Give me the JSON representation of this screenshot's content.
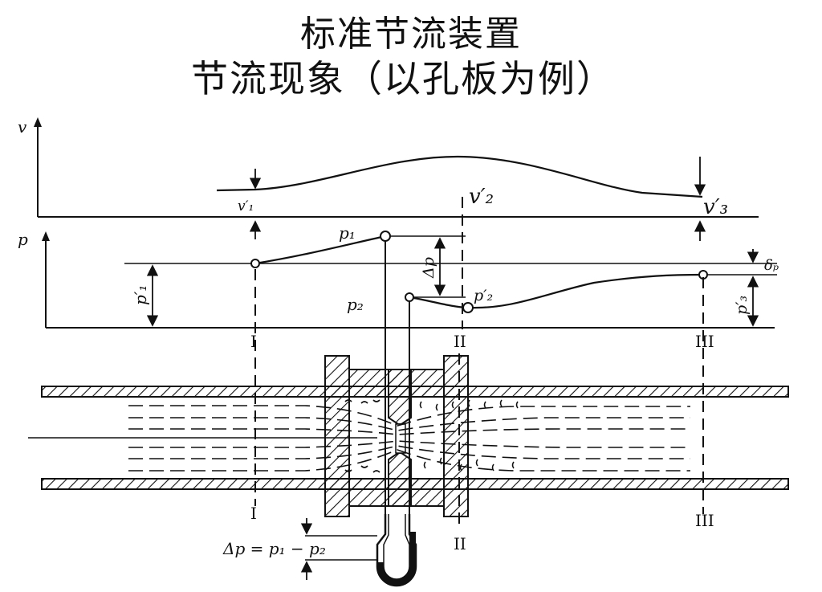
{
  "titles": {
    "main": "标准节流装置",
    "sub": "节流现象（以孔板为例）"
  },
  "axes": {
    "velocity": "v",
    "pressure": "p"
  },
  "labels": {
    "v1": "v′₁",
    "v2": "v′₂",
    "v3": "v′₃",
    "p1": "p₁",
    "p2": "p₂",
    "p1_prime": "p′₁",
    "p2_prime": "p′₂",
    "p3_prime": "p′₃",
    "delta_p": "Δp",
    "delta_p_loss": "δₚ",
    "equation": "Δp = p₁ − p₂"
  },
  "sections": {
    "s1": "I",
    "s2": "II",
    "s3": "III"
  }
}
